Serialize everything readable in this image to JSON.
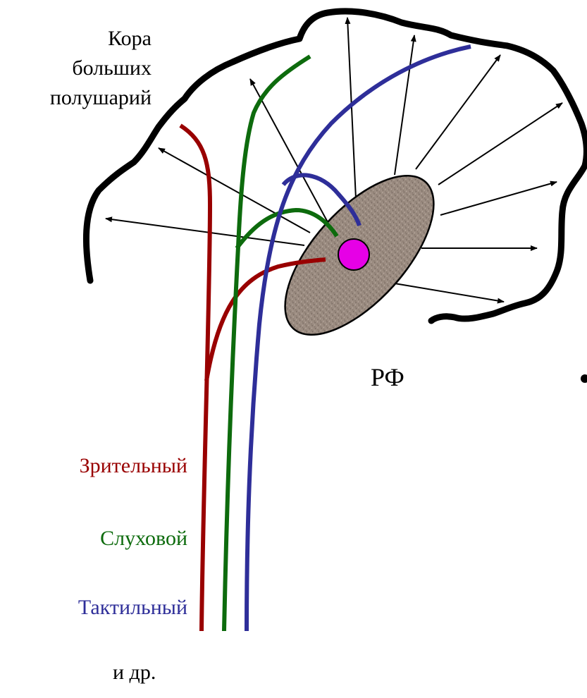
{
  "cortex_label": [
    "Кора",
    "больших",
    "полушарий"
  ],
  "rf_label": "РФ",
  "pathways": [
    {
      "name": "Зрительный",
      "color": "#990000"
    },
    {
      "name": "Слуховой",
      "color": "#0d6b0d"
    },
    {
      "name": "Тактильный",
      "color": "#2e2e99"
    }
  ],
  "etc_label": "и др.",
  "colors": {
    "cortex_outline": "#000000",
    "rf_fill": "#9a8b80",
    "rf_center": "#e600e6",
    "arrows": "#000000"
  }
}
